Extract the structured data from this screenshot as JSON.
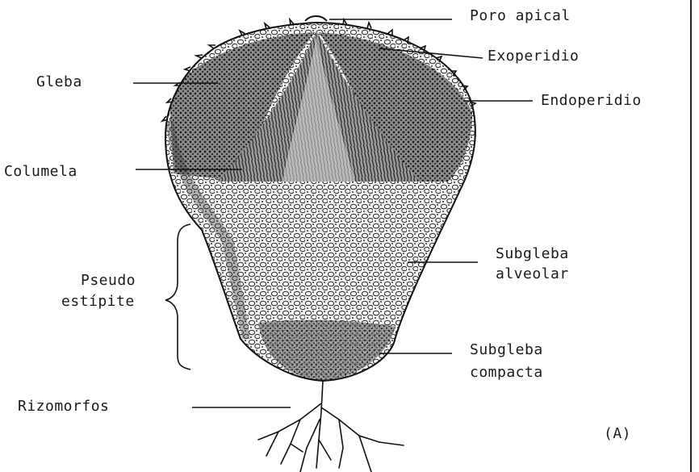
{
  "labels": {
    "poro_apical": "Poro apical",
    "exoperidio": "Exoperidio",
    "gleba": "Gleba",
    "endoperidio": "Endoperidio",
    "columela": "Columela",
    "pseudo": "Pseudo",
    "estipite": "estípite",
    "subgleba_alveolar_1": "Subgleba",
    "subgleba_alveolar_2": "alveolar",
    "subgleba_compacta_1": "Subgleba",
    "subgleba_compacta_2": "compacta",
    "rizomorfos": "Rizomorfos",
    "figure_tag": "(A)"
  },
  "colors": {
    "ink": "#1a1a1a",
    "paper": "#ffffff"
  }
}
